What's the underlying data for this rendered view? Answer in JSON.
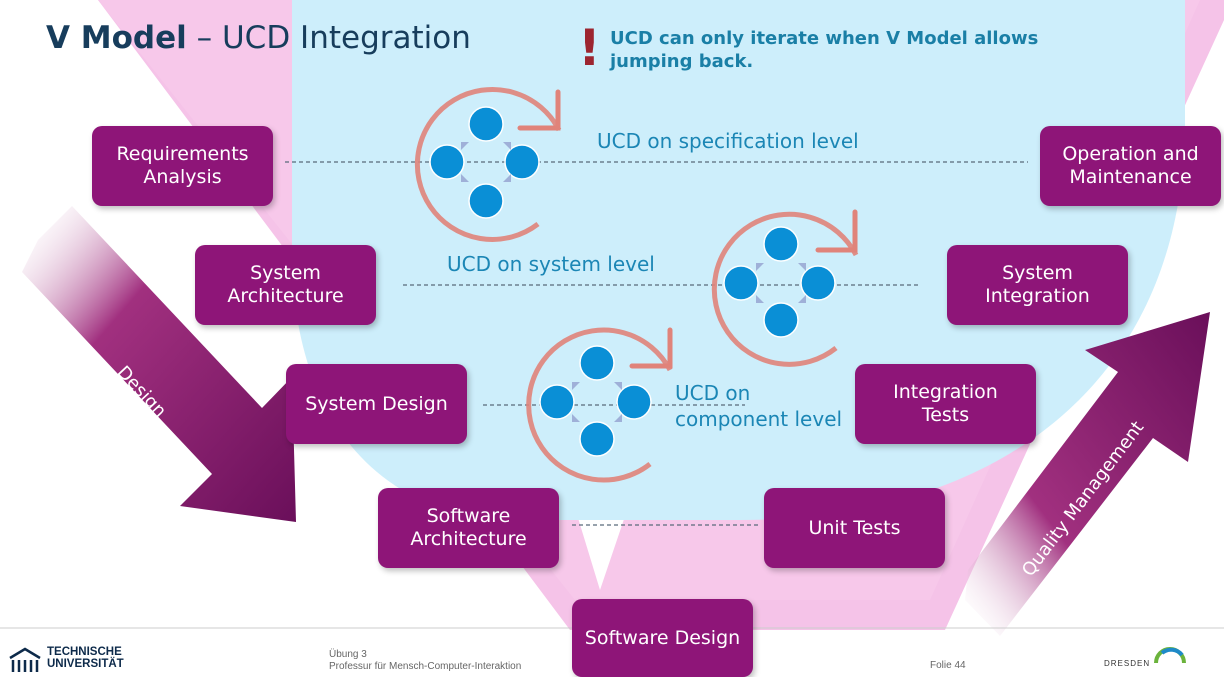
{
  "title": {
    "bold": "V Model",
    "rest": " – UCD Integration"
  },
  "warning": {
    "mark": "!",
    "text": "UCD can only iterate when V Model allows jumping back."
  },
  "boxes": {
    "requirements": "Requirements\nAnalysis",
    "sys_arch": "System\nArchitecture",
    "sys_design": "System Design",
    "sw_arch": "Software\nArchitecture",
    "sw_design": "Software Design",
    "unit_tests": "Unit Tests",
    "integration_tests": "Integration\nTests",
    "sys_integration": "System\nIntegration",
    "operation": "Operation and\nMaintenance"
  },
  "levels": {
    "spec": "UCD on specification level",
    "system": "UCD on system level",
    "component": "UCD on\ncomponent level"
  },
  "arrows": {
    "design": "Design",
    "quality": "Quality Management"
  },
  "footer": {
    "uni_line1": "TECHNISCHE",
    "uni_line2": "UNIVERSITÄT",
    "course": "Übung 3",
    "chair": "Professur für Mensch-Computer-Interaktion",
    "slide": "Folie 44",
    "city": "DRESDEN"
  },
  "colors": {
    "box": "#8e1578",
    "pink": "#f5c3e8",
    "blue_zone": "#cdeefb",
    "node": "#0a8fd6",
    "cycle": "#e0837a",
    "title": "#173d5c"
  }
}
